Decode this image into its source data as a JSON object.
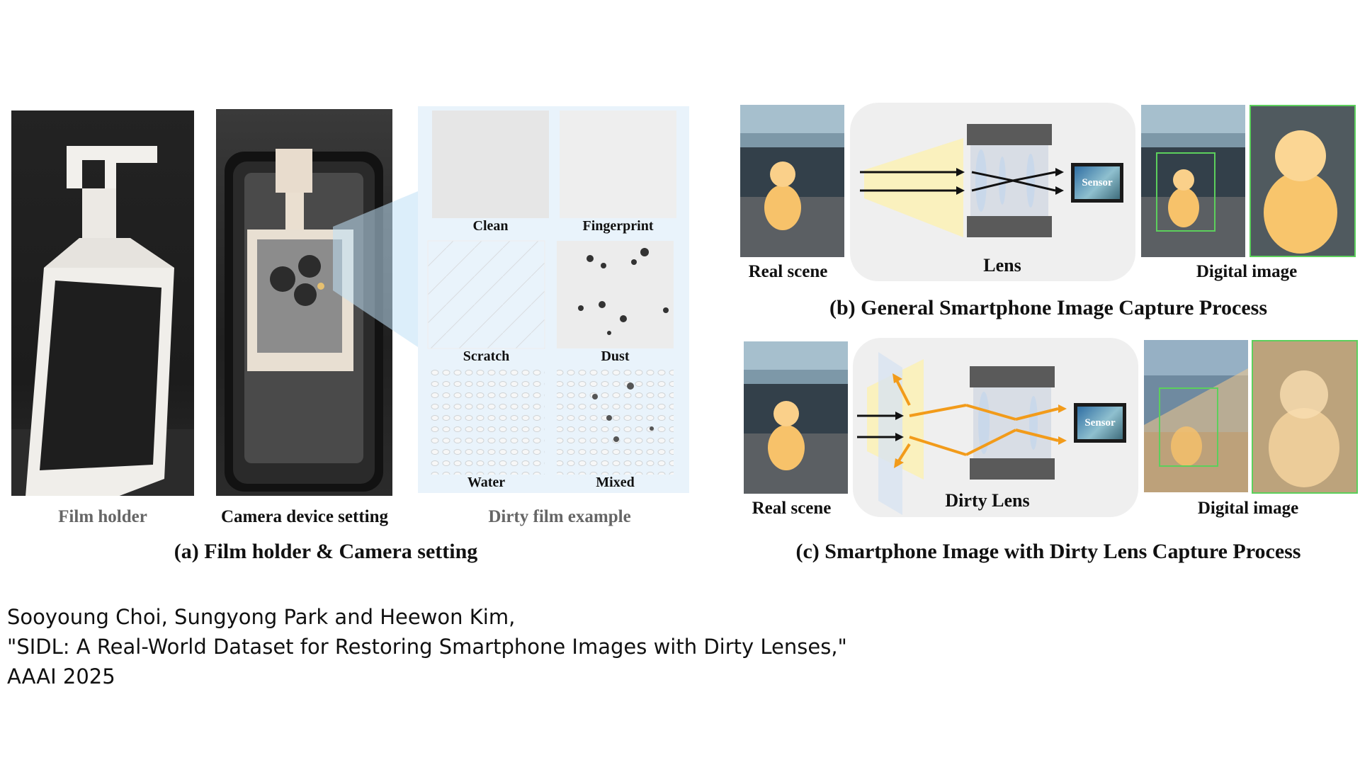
{
  "panel_a": {
    "captions": {
      "film_holder": "Film holder",
      "camera_setting": "Camera device setting",
      "dirty_film": "Dirty film example"
    },
    "dirty_examples": [
      "Clean",
      "Fingerprint",
      "Scratch",
      "Dust",
      "Water",
      "Mixed"
    ],
    "title": "(a) Film holder & Camera setting"
  },
  "panel_b": {
    "real_scene": "Real scene",
    "lens": "Lens",
    "sensor": "Sensor",
    "digital_image": "Digital image",
    "title": "(b) General Smartphone Image Capture Process"
  },
  "panel_c": {
    "real_scene": "Real scene",
    "lens": "Dirty Lens",
    "sensor": "Sensor",
    "digital_image": "Digital image",
    "title": "(c) Smartphone Image with Dirty Lens Capture Process"
  },
  "citation": {
    "authors": "Sooyoung Choi, Sungyong Park and Heewon Kim,",
    "paper_title": "\"SIDL: A Real-World Dataset for Restoring Smartphone Images with Dirty Lenses,\"",
    "venue": "AAAI 2025"
  },
  "colors": {
    "arrow_orange": "#f29b1a",
    "highlight_green": "#5ccf5c",
    "gallery_bg": "#e9f3fb"
  }
}
